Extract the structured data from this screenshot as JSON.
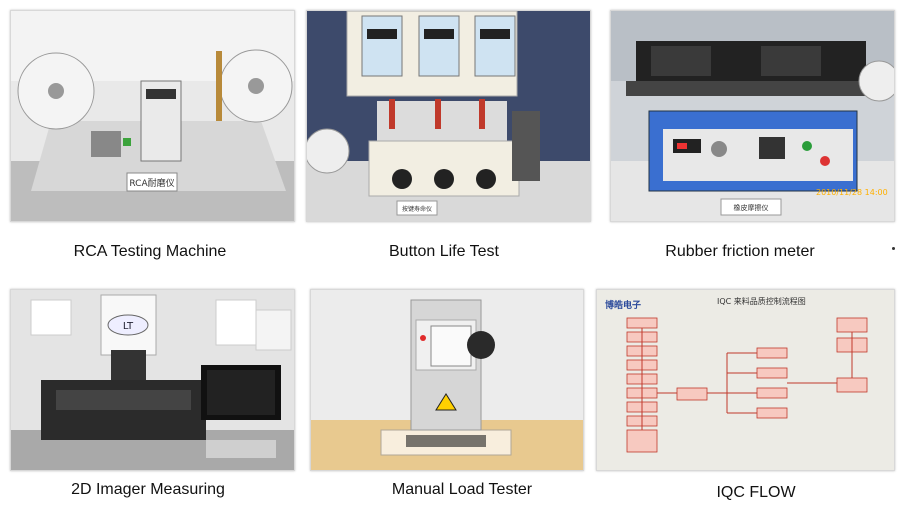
{
  "captions": {
    "rca": "RCA Testing Machine",
    "button": "Button Life Test",
    "rubber": "Rubber friction meter",
    "imager": "2D Imager Measuring",
    "load": "Manual Load Tester",
    "iqc": "IQC FLOW"
  },
  "photo_text": {
    "rca_plate": "RCA耐磨仪",
    "button_plate": "按键寿命仪",
    "rubber_plate": "橡皮摩擦仪",
    "rubber_timestamp": "2010/11/28 14:00",
    "imager_logo": "LT",
    "iqc_logo": "博皓电子",
    "iqc_title": "IQC 来料品质控制流程图"
  },
  "colors": {
    "wall_blue": "#3d4a6b",
    "machine_blue": "#3a6fd0",
    "flow_box": "#f7c9c0",
    "flow_line": "#c0392b"
  }
}
